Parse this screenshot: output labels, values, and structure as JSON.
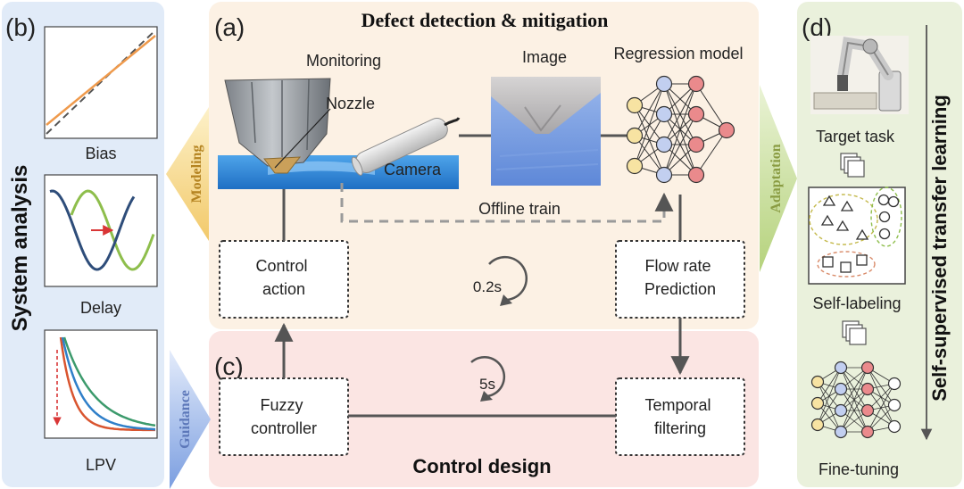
{
  "panels": {
    "a": {
      "letter": "(a)",
      "title": "Defect detection & mitigation",
      "labels": {
        "monitoring": "Monitoring",
        "nozzle": "Nozzle",
        "camera": "Camera",
        "image": "Image",
        "regression": "Regression model",
        "offline": "Offline train"
      },
      "boxes": {
        "control_action": [
          "Control",
          "action"
        ],
        "flow_rate": [
          "Flow rate",
          "Prediction"
        ]
      },
      "cycle": "0.2s"
    },
    "b": {
      "letter": "(b)",
      "vertical_title": "System analysis",
      "plots": [
        "Bias",
        "Delay",
        "LPV"
      ],
      "side_label": "Modeling"
    },
    "c": {
      "letter": "(c)",
      "title": "Control design",
      "side_label": "Guidance",
      "boxes": {
        "fuzzy": [
          "Fuzzy",
          "controller"
        ],
        "temporal": [
          "Temporal",
          "filtering"
        ]
      },
      "cycle": "5s"
    },
    "d": {
      "letter": "(d)",
      "vertical_title": "Self-supervised transfer learning",
      "side_label": "Adaptation",
      "steps": [
        "Target task",
        "Self-labeling",
        "Fine-tuning"
      ]
    }
  },
  "colors": {
    "panel_a_bg": "#fcf1e4",
    "panel_b_bg": "#e1ebf8",
    "panel_c_bg": "#fbe5e3",
    "panel_d_bg": "#eaf1dc",
    "node_yellow": "#f7e3a2",
    "node_blue": "#c2cff0",
    "node_red": "#ea8a8c",
    "orange_line": "#ef9a4c",
    "green_wave": "#8ebe4c",
    "navy_wave": "#2e4d7a",
    "lpv_red": "#d9552f",
    "lpv_blue": "#2f7fc9",
    "lpv_green": "#3c9a6c"
  }
}
